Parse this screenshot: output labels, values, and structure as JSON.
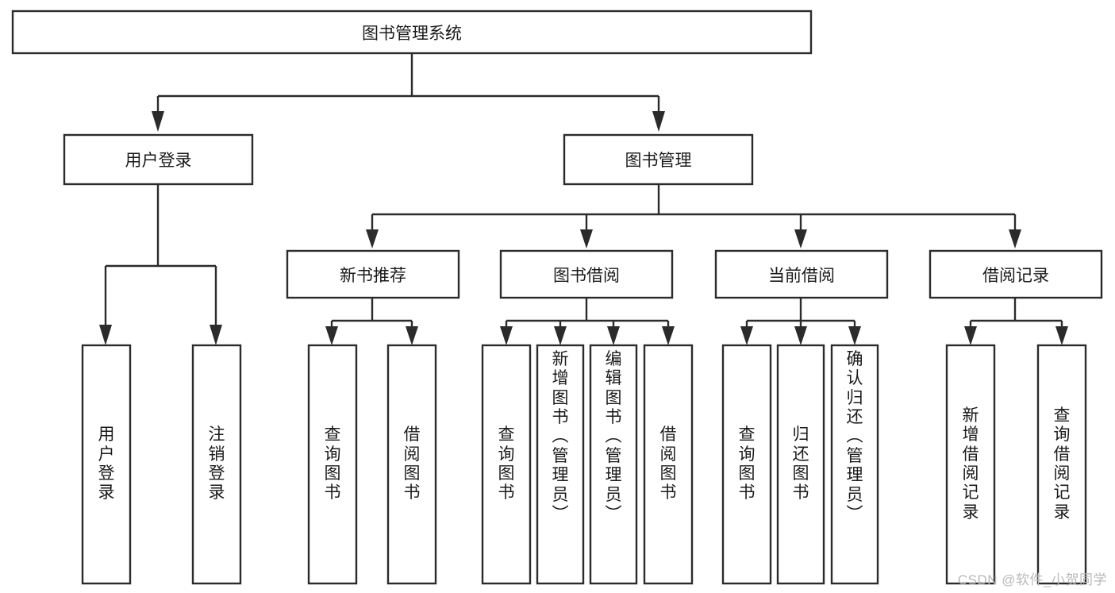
{
  "diagram": {
    "title": "图书管理系统",
    "watermark": "CSDN @软件_小贺同学",
    "colors": {
      "stroke": "#2b2b2b",
      "box_fill": "#ffffff",
      "text": "#1a1a1a",
      "background": "#ffffff",
      "watermark": "#b9b9b9"
    },
    "root": {
      "label": "图书管理系统"
    },
    "level2": [
      {
        "label": "用户登录"
      },
      {
        "label": "图书管理"
      }
    ],
    "level3": [
      {
        "label": "新书推荐"
      },
      {
        "label": "图书借阅"
      },
      {
        "label": "当前借阅"
      },
      {
        "label": "借阅记录"
      }
    ],
    "leaves": {
      "user_login": [
        {
          "label": "用户登录"
        },
        {
          "label": "注销登录"
        }
      ],
      "new_book_recommend": [
        {
          "label": "查询图书"
        },
        {
          "label": "借阅图书"
        }
      ],
      "book_borrow": [
        {
          "label": "查询图书"
        },
        {
          "label": "新增图书（管理员）"
        },
        {
          "label": "编辑图书（管理员）"
        },
        {
          "label": "借阅图书"
        }
      ],
      "current_borrow": [
        {
          "label": "查询图书"
        },
        {
          "label": "归还图书"
        },
        {
          "label": "确认归还（管理员）"
        }
      ],
      "borrow_record": [
        {
          "label": "新增借阅记录"
        },
        {
          "label": "查询借阅记录"
        }
      ]
    }
  }
}
